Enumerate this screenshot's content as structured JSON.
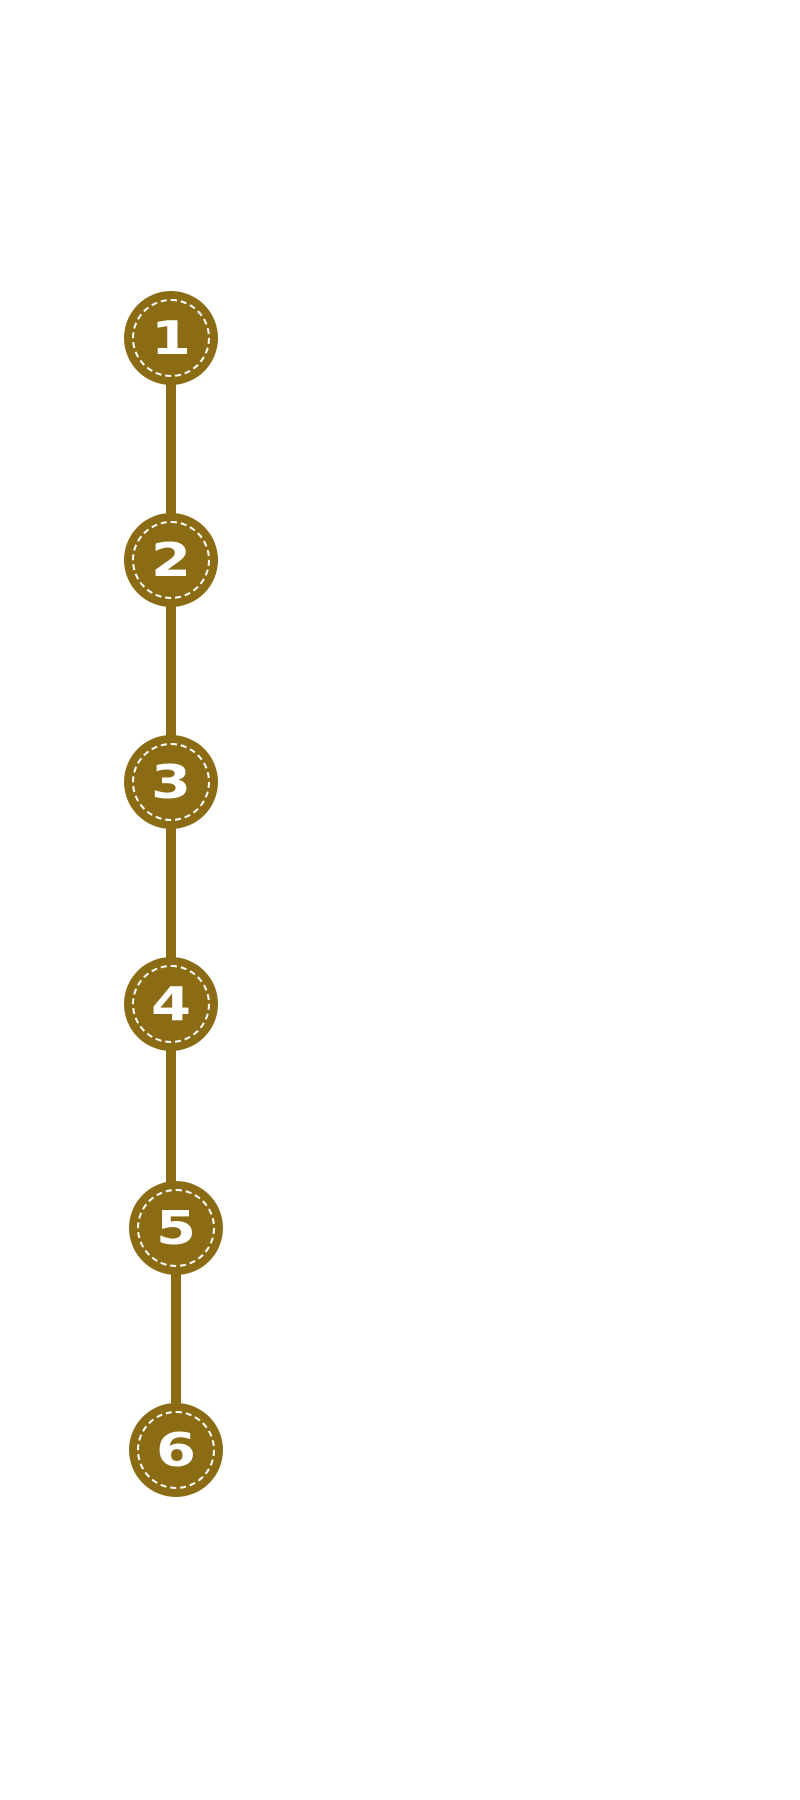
{
  "steps": [
    {
      "label": "1"
    },
    {
      "label": "2"
    },
    {
      "label": "3"
    },
    {
      "label": "4"
    },
    {
      "label": "5"
    },
    {
      "label": "6"
    }
  ],
  "colors": {
    "accent": "#8B6B14",
    "ring": "#ffffff",
    "background": "#ffffff"
  }
}
